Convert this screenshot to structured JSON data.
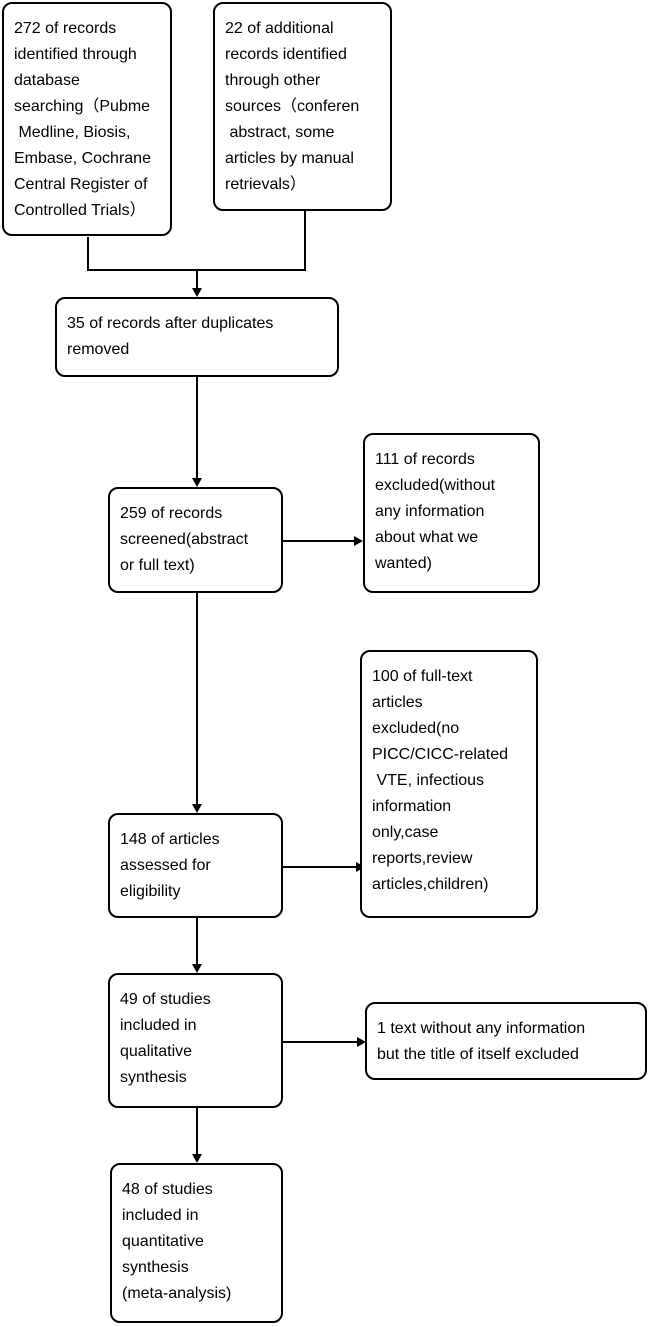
{
  "colors": {
    "box_border": "#000000",
    "box_background": "#ffffff",
    "text": "#000000",
    "arrow": "#000000"
  },
  "nodes": {
    "db_search": {
      "count": "272",
      "text": "272 of records\nidentified through\ndatabase\nsearching（Pubme\n Medline, Biosis,\nEmbase, Cochrane\nCentral Register of\nControlled Trials）"
    },
    "other_sources": {
      "count": "22",
      "text": "22 of additional\nrecords identified\nthrough other\nsources（conferen\n abstract, some\narticles by manual\nretrievals）"
    },
    "after_duplicates": {
      "count": "35",
      "text": "35 of records after duplicates\nremoved"
    },
    "screened": {
      "count": "259",
      "text": "259 of records\nscreened(abstract\nor full text)"
    },
    "records_excluded": {
      "count": "111",
      "text": "111 of records\nexcluded(without\nany information\nabout what we\nwanted)"
    },
    "fulltext_excluded": {
      "count": "100",
      "text": "100 of full-text\narticles\nexcluded(no\nPICC/CICC-related\n VTE, infectious\ninformation\nonly,case\nreports,review\narticles,children)"
    },
    "assessed": {
      "count": "148",
      "text": "148 of articles\nassessed for\neligibility"
    },
    "qualitative": {
      "count": "49",
      "text": "49 of studies\nincluded in\nqualitative\nsynthesis"
    },
    "one_text_excluded": {
      "count": "1",
      "text": "1 text without any information\nbut the title of itself excluded"
    },
    "quantitative": {
      "count": "48",
      "text": "48 of studies\nincluded in\nquantitative\nsynthesis\n(meta-analysis)"
    }
  },
  "edges": [
    {
      "from": "db_search",
      "to": "after_duplicates"
    },
    {
      "from": "other_sources",
      "to": "after_duplicates"
    },
    {
      "from": "after_duplicates",
      "to": "screened"
    },
    {
      "from": "screened",
      "to": "records_excluded"
    },
    {
      "from": "screened",
      "to": "assessed"
    },
    {
      "from": "assessed",
      "to": "fulltext_excluded"
    },
    {
      "from": "assessed",
      "to": "qualitative"
    },
    {
      "from": "qualitative",
      "to": "one_text_excluded"
    },
    {
      "from": "qualitative",
      "to": "quantitative"
    }
  ]
}
